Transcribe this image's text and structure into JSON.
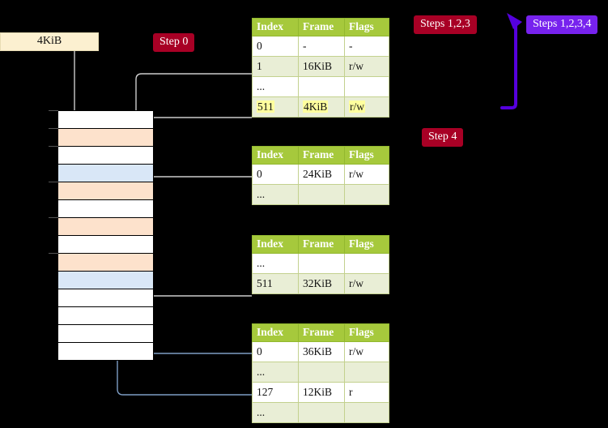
{
  "badges": {
    "step0": "Step 0",
    "steps123": "Steps 1,2,3",
    "steps1234": "Steps 1,2,3,4",
    "step4": "Step 4"
  },
  "colors": {
    "badge_red": "#a80025",
    "badge_purple": "#7722ee",
    "table_header": "#a6c93c",
    "table_tint_row": "#e9eed6",
    "highlight": "#ffff9e",
    "memory_peach": "#fde2cc",
    "memory_blue": "#d9e7f7",
    "kib_box": "#fcf0d0",
    "gray_wire": "#cccccc",
    "blue_wire": "#7d9dc4",
    "purple_arrow": "#5500dd"
  },
  "frame_box": {
    "label": "4KiB"
  },
  "tables": [
    {
      "id": "table-1",
      "headers": [
        "Index",
        "Frame",
        "Flags"
      ],
      "rows": [
        {
          "style": "plain",
          "cells": [
            "0",
            "-",
            "-"
          ],
          "highlight": false
        },
        {
          "style": "tint",
          "cells": [
            "1",
            "16KiB",
            "r/w"
          ],
          "highlight": false
        },
        {
          "style": "plain",
          "cells": [
            "...",
            "",
            ""
          ],
          "highlight": false
        },
        {
          "style": "tint",
          "cells": [
            "511",
            "4KiB",
            "r/w"
          ],
          "highlight": true
        }
      ]
    },
    {
      "id": "table-2",
      "headers": [
        "Index",
        "Frame",
        "Flags"
      ],
      "rows": [
        {
          "style": "plain",
          "cells": [
            "0",
            "24KiB",
            "r/w"
          ],
          "highlight": false
        },
        {
          "style": "tint",
          "cells": [
            "...",
            "",
            ""
          ],
          "highlight": false
        }
      ]
    },
    {
      "id": "table-3",
      "headers": [
        "Index",
        "Frame",
        "Flags"
      ],
      "rows": [
        {
          "style": "plain",
          "cells": [
            "...",
            "",
            ""
          ],
          "highlight": false
        },
        {
          "style": "tint",
          "cells": [
            "511",
            "32KiB",
            "r/w"
          ],
          "highlight": false
        }
      ]
    },
    {
      "id": "table-4",
      "headers": [
        "Index",
        "Frame",
        "Flags"
      ],
      "rows": [
        {
          "style": "plain",
          "cells": [
            "0",
            "36KiB",
            "r/w"
          ],
          "highlight": false
        },
        {
          "style": "tint",
          "cells": [
            "...",
            "",
            ""
          ],
          "highlight": false
        },
        {
          "style": "plain",
          "cells": [
            "127",
            "12KiB",
            "r"
          ],
          "highlight": false
        },
        {
          "style": "tint",
          "cells": [
            "...",
            "",
            ""
          ],
          "highlight": false
        }
      ]
    }
  ],
  "memory": {
    "rows": [
      {
        "fill": "white",
        "tick": true
      },
      {
        "fill": "peach",
        "tick": true
      },
      {
        "fill": "white",
        "tick": true
      },
      {
        "fill": "blue",
        "tick": false
      },
      {
        "fill": "peach",
        "tick": true
      },
      {
        "fill": "white",
        "tick": false
      },
      {
        "fill": "peach",
        "tick": true
      },
      {
        "fill": "white",
        "tick": false
      },
      {
        "fill": "peach",
        "tick": true
      },
      {
        "fill": "blue",
        "tick": false
      },
      {
        "fill": "white",
        "tick": false
      },
      {
        "fill": "white",
        "tick": false
      },
      {
        "fill": "white",
        "tick": false
      },
      {
        "fill": "white",
        "tick": false
      }
    ]
  }
}
